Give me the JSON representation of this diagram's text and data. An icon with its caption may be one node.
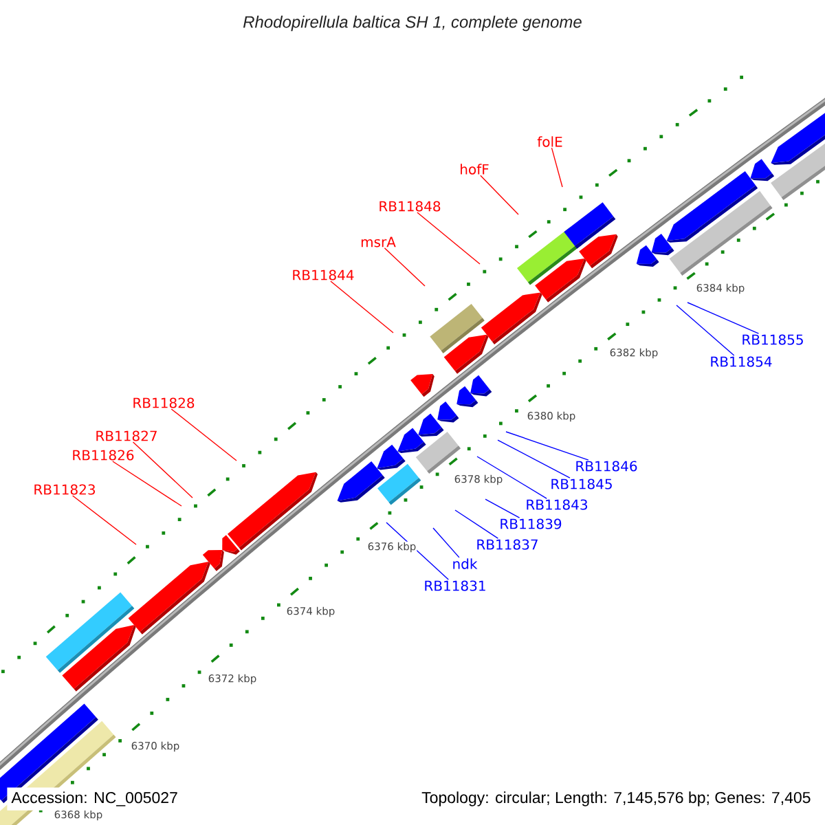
{
  "diagram": {
    "title": "Rhodopirellula baltica SH 1, complete genome",
    "nodes": [
      {
        "text": [
          "folE"
        ]
      },
      {
        "text": [
          "hofF"
        ]
      },
      {
        "text": [
          "RB11848"
        ]
      },
      {
        "text": [
          "msrA"
        ]
      },
      {
        "text": [
          "RB11844"
        ]
      },
      {
        "text": [
          "RB11828"
        ]
      },
      {
        "text": [
          "RB11827"
        ]
      },
      {
        "text": [
          "RB11826"
        ]
      },
      {
        "text": [
          "RB11823"
        ]
      },
      {
        "text": [
          "RB11855"
        ]
      },
      {
        "text": [
          "RB11854"
        ]
      },
      {
        "text": [
          "RB11846"
        ]
      },
      {
        "text": [
          "RB11845"
        ]
      },
      {
        "text": [
          "RB11843"
        ]
      },
      {
        "text": [
          "RB11839"
        ]
      },
      {
        "text": [
          "RB11837"
        ]
      },
      {
        "text": [
          "ndk"
        ]
      },
      {
        "text": [
          "RB11831"
        ]
      }
    ],
    "edges": [
      {
        "from": 0,
        "to": null,
        "arrow": "none",
        "color": "#ff0000"
      },
      {
        "from": 1,
        "to": null,
        "arrow": "none",
        "color": "#ff0000"
      },
      {
        "from": 2,
        "to": null,
        "arrow": "none",
        "color": "#ff0000"
      },
      {
        "from": 3,
        "to": null,
        "arrow": "none",
        "color": "#ff0000"
      },
      {
        "from": 4,
        "to": null,
        "arrow": "none",
        "color": "#ff0000"
      },
      {
        "from": 5,
        "to": null,
        "arrow": "none",
        "color": "#ff0000"
      },
      {
        "from": 6,
        "to": null,
        "arrow": "none",
        "color": "#ff0000"
      },
      {
        "from": 7,
        "to": null,
        "arrow": "none",
        "color": "#ff0000"
      },
      {
        "from": 8,
        "to": null,
        "arrow": "none",
        "color": "#ff0000"
      },
      {
        "from": 9,
        "to": null,
        "arrow": "none",
        "color": "#0000ff"
      },
      {
        "from": 10,
        "to": null,
        "arrow": "none",
        "color": "#0000ff"
      },
      {
        "from": 11,
        "to": null,
        "arrow": "none",
        "color": "#0000ff"
      },
      {
        "from": 12,
        "to": null,
        "arrow": "none",
        "color": "#0000ff"
      },
      {
        "from": 13,
        "to": null,
        "arrow": "none",
        "color": "#0000ff"
      },
      {
        "from": 14,
        "to": null,
        "arrow": "none",
        "color": "#0000ff"
      },
      {
        "from": 15,
        "to": null,
        "arrow": "none",
        "color": "#0000ff"
      },
      {
        "from": 16,
        "to": null,
        "arrow": "none",
        "color": "#0000ff"
      },
      {
        "from": 17,
        "to": null,
        "arrow": "none",
        "color": "#0000ff"
      }
    ],
    "labels": [
      "6384 kbp",
      "6382 kbp",
      "6380 kbp",
      "6378 kbp",
      "6376 kbp",
      "6374 kbp",
      "6372 kbp",
      "6370 kbp",
      "6368 kbp",
      "Accession: NC_005027",
      "Topology: circular; Length: 7,145,576 bp; Genes: 7,405"
    ]
  }
}
